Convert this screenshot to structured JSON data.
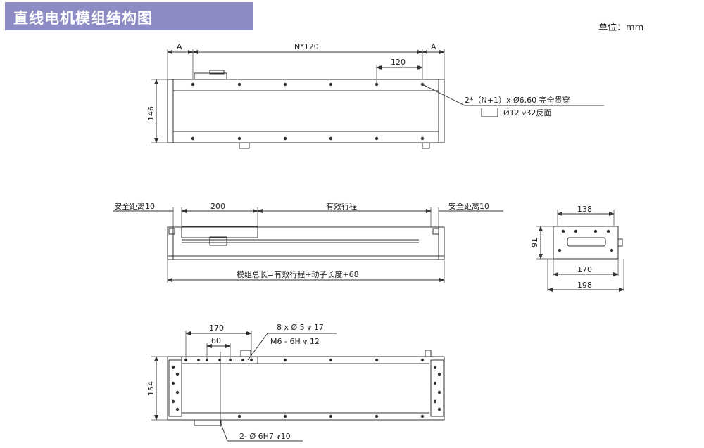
{
  "header": {
    "title": "直线电机模组结构图",
    "unit": "单位：mm"
  },
  "colors": {
    "title_bg": "#8d8bc4",
    "line": "#333333",
    "dim": "#444444"
  },
  "top_view": {
    "dim_a_left": "A",
    "dim_span": "N*120",
    "dim_a_right": "A",
    "dim_pitch": "120",
    "dim_height": "146",
    "note_holes": "2*（N+1）x Ø6.60 完全贯穿",
    "note_counterbore": "Ø12 ⩛32反面"
  },
  "side_view": {
    "safety_left": "安全距离10",
    "dim_carriage": "200",
    "effective_stroke": "有效行程",
    "safety_right": "安全距离10",
    "total_length": "模组总长=有效行程+动子长度+68"
  },
  "end_view": {
    "dim_top": "138",
    "dim_height": "91",
    "dim_inner": "170",
    "dim_outer": "198"
  },
  "bottom_view": {
    "dim_170": "170",
    "dim_60": "60",
    "note_holes": "8 x Ø 5 ⩛ 17",
    "note_thread": "M6 - 6H ⩛ 12",
    "dim_height": "154",
    "note_pin": "2- Ø 6H7 ⩛10"
  }
}
